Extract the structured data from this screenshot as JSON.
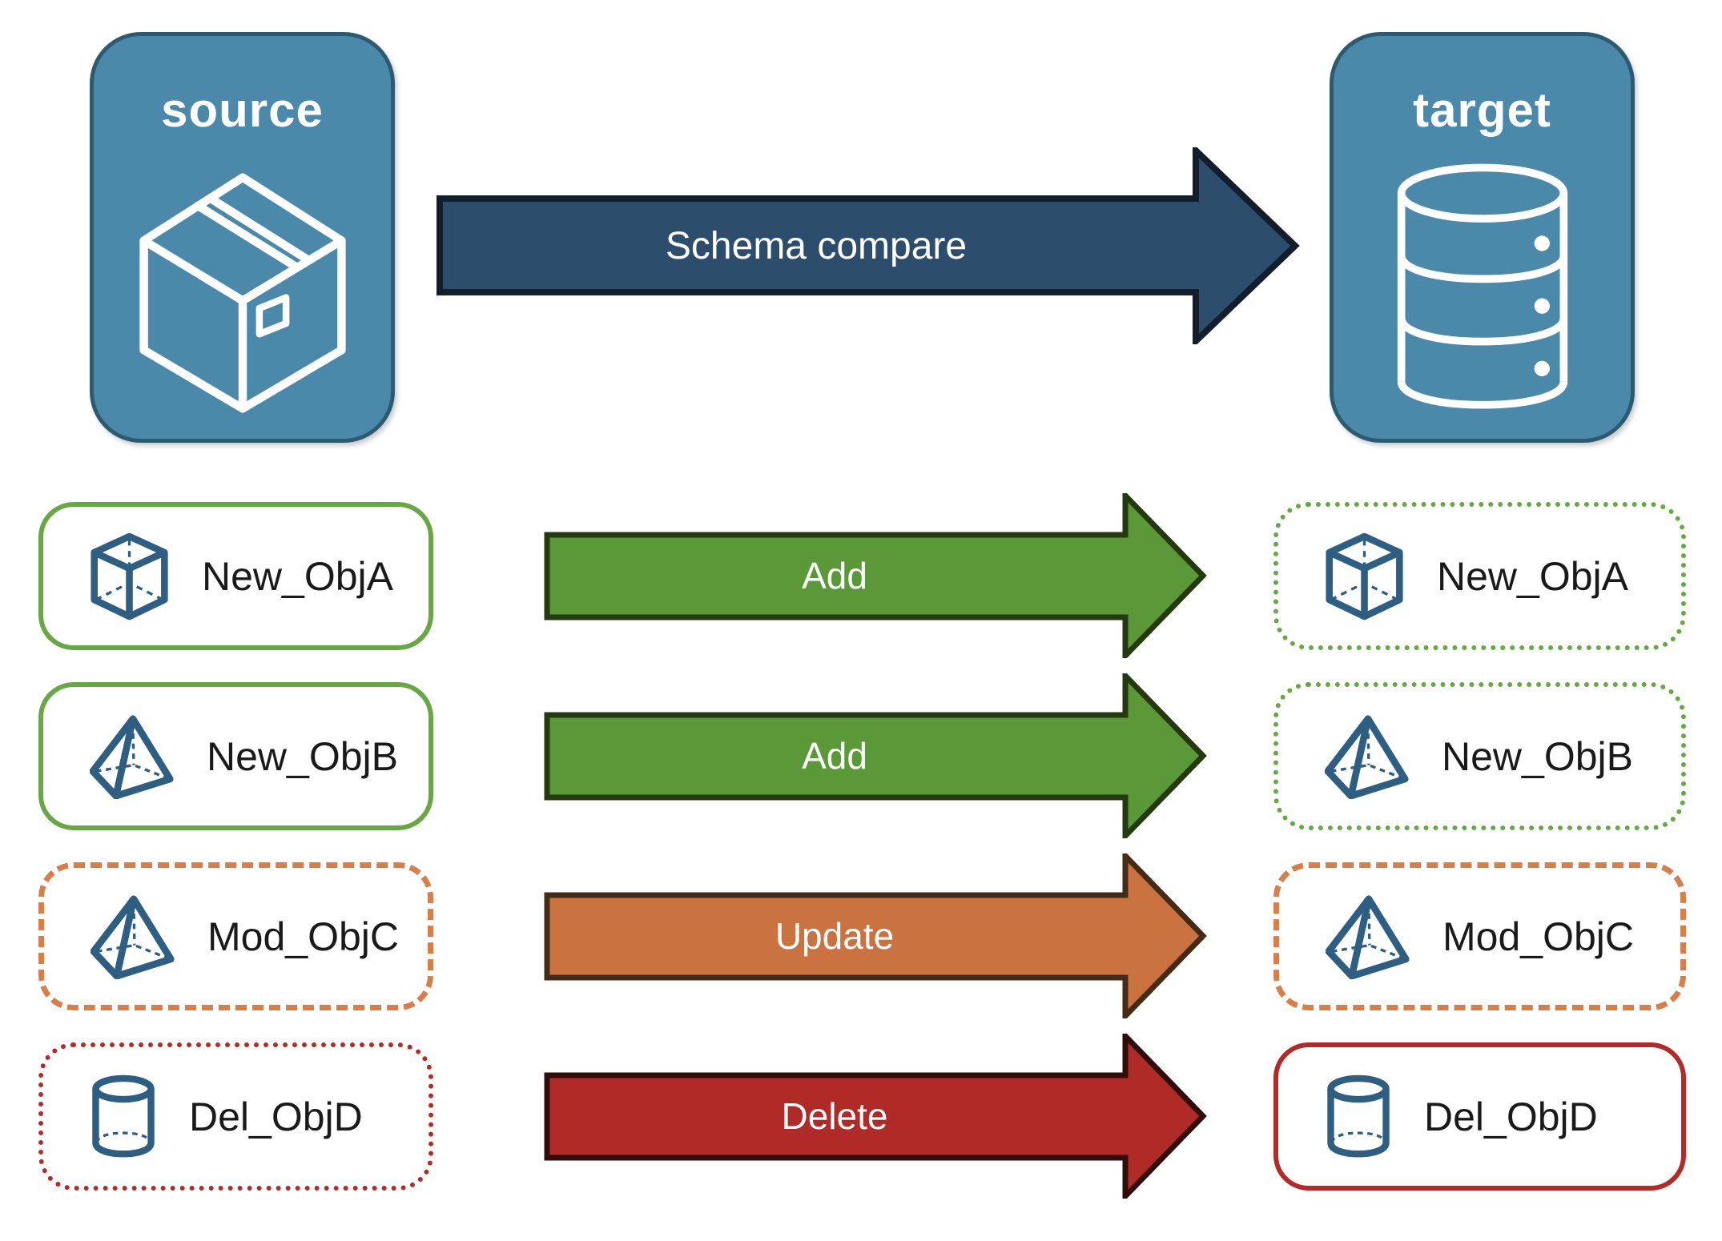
{
  "source_card": {
    "label": "source",
    "icon": "package-icon"
  },
  "target_card": {
    "label": "target",
    "icon": "database-icon"
  },
  "compare_arrow": {
    "label": "Schema compare"
  },
  "rows": [
    {
      "object": "New_ObjA",
      "action": "Add",
      "icon": "cube-icon",
      "source_border": "solid-green",
      "target_border": "dotted-green",
      "status_color": "#67A844",
      "arrow_color": "#5A9838"
    },
    {
      "object": "New_ObjB",
      "action": "Add",
      "icon": "pyramid-icon",
      "source_border": "solid-green",
      "target_border": "dotted-green",
      "status_color": "#67A844",
      "arrow_color": "#5A9838"
    },
    {
      "object": "Mod_ObjC",
      "action": "Update",
      "icon": "pyramid-icon",
      "source_border": "dashed-orange",
      "target_border": "dashed-orange",
      "status_color": "#D87E48",
      "arrow_color": "#CB7340"
    },
    {
      "object": "Del_ObjD",
      "action": "Delete",
      "icon": "cylinder-icon",
      "source_border": "dotted-red",
      "target_border": "solid-red",
      "status_color": "#B32A26",
      "arrow_color": "#B02B27"
    }
  ],
  "colors": {
    "card_blue": "#4A89A9",
    "card_border": "#2C5B70",
    "compare_navy": "#2C4E6C",
    "add_green": "#5A9838",
    "update_orange": "#CB7340",
    "delete_red": "#B02B27",
    "object_icon_blue": "#2E5F82",
    "label_text": "#1A1A1A"
  }
}
